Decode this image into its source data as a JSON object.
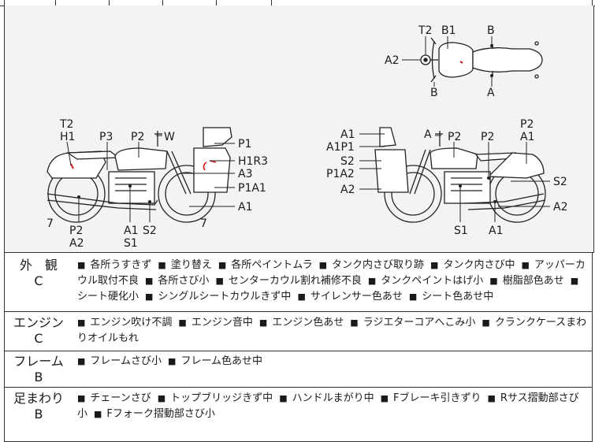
{
  "diagram": {
    "top_view_labels": [
      "T2",
      "B1",
      "B",
      "A2",
      "B",
      "A"
    ],
    "left_view_labels": [
      "T2",
      "H1",
      "P3",
      "P2",
      "W",
      "P1",
      "H1R3",
      "A3",
      "P1A1",
      "A1",
      "7",
      "7",
      "P2",
      "A2",
      "A1",
      "S2",
      "S1"
    ],
    "right_view_labels": [
      "A1",
      "A1P1",
      "S2",
      "P1A2",
      "A2",
      "A",
      "P2",
      "P2",
      "P2",
      "A1",
      "S2",
      "A2",
      "S1",
      "A1"
    ]
  },
  "sections": [
    {
      "name": "外　観",
      "grade": "C",
      "items": [
        "各所うすきず",
        "塗り替え",
        "各所ペイントムラ",
        "タンク内さび取り跡",
        "タンク内さび中",
        "アッパーカウル取付不良",
        "各所さび小",
        "センターカウル割れ補修不良",
        "タンクペイントはげ小",
        "樹脂部色あせ",
        "シート硬化小",
        "シングルシートカウルきず中",
        "サイレンサー色あせ",
        "シート色あせ中"
      ]
    },
    {
      "name": "エンジン",
      "grade": "C",
      "items": [
        "エンジン吹け不調",
        "エンジン音中",
        "エンジン色あせ",
        "ラジエターコアへこみ小",
        "クランクケースまわりオイルもれ"
      ]
    },
    {
      "name": "フレーム",
      "grade": "B",
      "items": [
        "フレームさび小",
        "フレーム色あせ中"
      ]
    },
    {
      "name": "足まわり",
      "grade": "B",
      "items": [
        "チェーンさび",
        "トップブリッジきず中",
        "ハンドルまがり中",
        "Fブレーキ引きずり",
        "Rサス摺動部さび小",
        "Fフォーク摺動部さび小"
      ]
    }
  ]
}
